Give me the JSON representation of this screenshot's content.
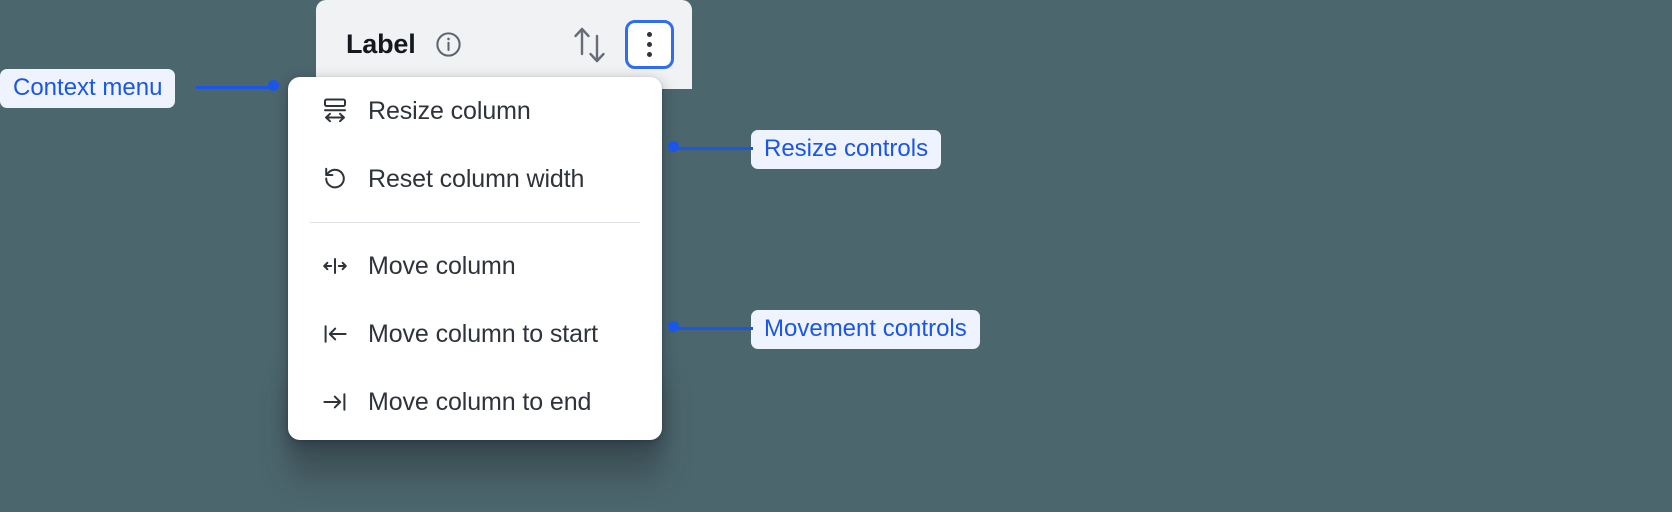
{
  "background_color": "#4c666e",
  "accent_color": "#1a56e8",
  "focus_ring_color": "#2f6ef0",
  "column_header": {
    "title": "Label",
    "info_icon": "info-circle-icon",
    "sort_icon": "sort-up-down-icon",
    "overflow_icon": "kebab-menu-icon",
    "background_color": "#f1f2f4"
  },
  "context_menu": {
    "groups": [
      {
        "name": "resize-controls",
        "items": [
          {
            "icon": "resize-column-icon",
            "label": "Resize column"
          },
          {
            "icon": "reset-rotate-ccw-icon",
            "label": "Reset column width"
          }
        ]
      },
      {
        "name": "movement-controls",
        "items": [
          {
            "icon": "move-column-icon",
            "label": "Move column"
          },
          {
            "icon": "move-to-start-icon",
            "label": "Move column to start"
          },
          {
            "icon": "move-to-end-icon",
            "label": "Move column to end"
          }
        ]
      }
    ]
  },
  "annotations": [
    {
      "id": "context-menu",
      "label": "Context menu"
    },
    {
      "id": "resize-controls",
      "label": "Resize controls"
    },
    {
      "id": "movement-controls",
      "label": "Movement controls"
    }
  ]
}
